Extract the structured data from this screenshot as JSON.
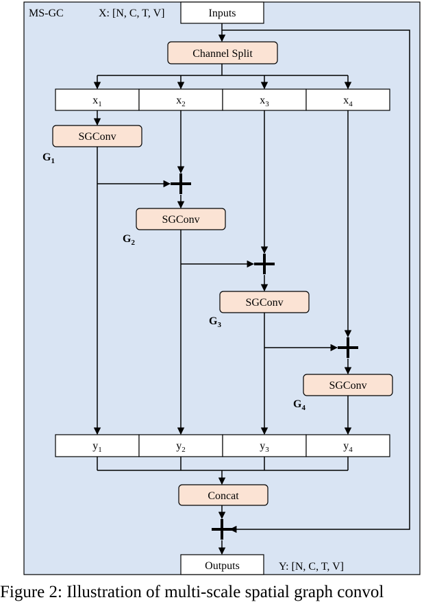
{
  "module_label": "MS-GC",
  "input_shape": "X: [N, C, T, V]",
  "output_shape": "Y: [N, C, T, V]",
  "inputs_label": "Inputs",
  "outputs_label": "Outputs",
  "split_label": "Channel Split",
  "concat_label": "Concat",
  "conv_label": "SGConv",
  "x_cells": [
    {
      "base": "x",
      "sub": "1"
    },
    {
      "base": "x",
      "sub": "2"
    },
    {
      "base": "x",
      "sub": "3"
    },
    {
      "base": "x",
      "sub": "4"
    }
  ],
  "y_cells": [
    {
      "base": "y",
      "sub": "1"
    },
    {
      "base": "y",
      "sub": "2"
    },
    {
      "base": "y",
      "sub": "3"
    },
    {
      "base": "y",
      "sub": "4"
    }
  ],
  "group_labels": [
    {
      "base": "G",
      "sub": "1"
    },
    {
      "base": "G",
      "sub": "2"
    },
    {
      "base": "G",
      "sub": "3"
    },
    {
      "base": "G",
      "sub": "4"
    }
  ],
  "caption": "Figure 2: Illustration of multi-scale spatial graph convol",
  "colors": {
    "panel_fill": "#d9e4f3",
    "node_fill": "#fbe3d4",
    "cell_fill": "#ffffff",
    "stroke": "#000000"
  }
}
